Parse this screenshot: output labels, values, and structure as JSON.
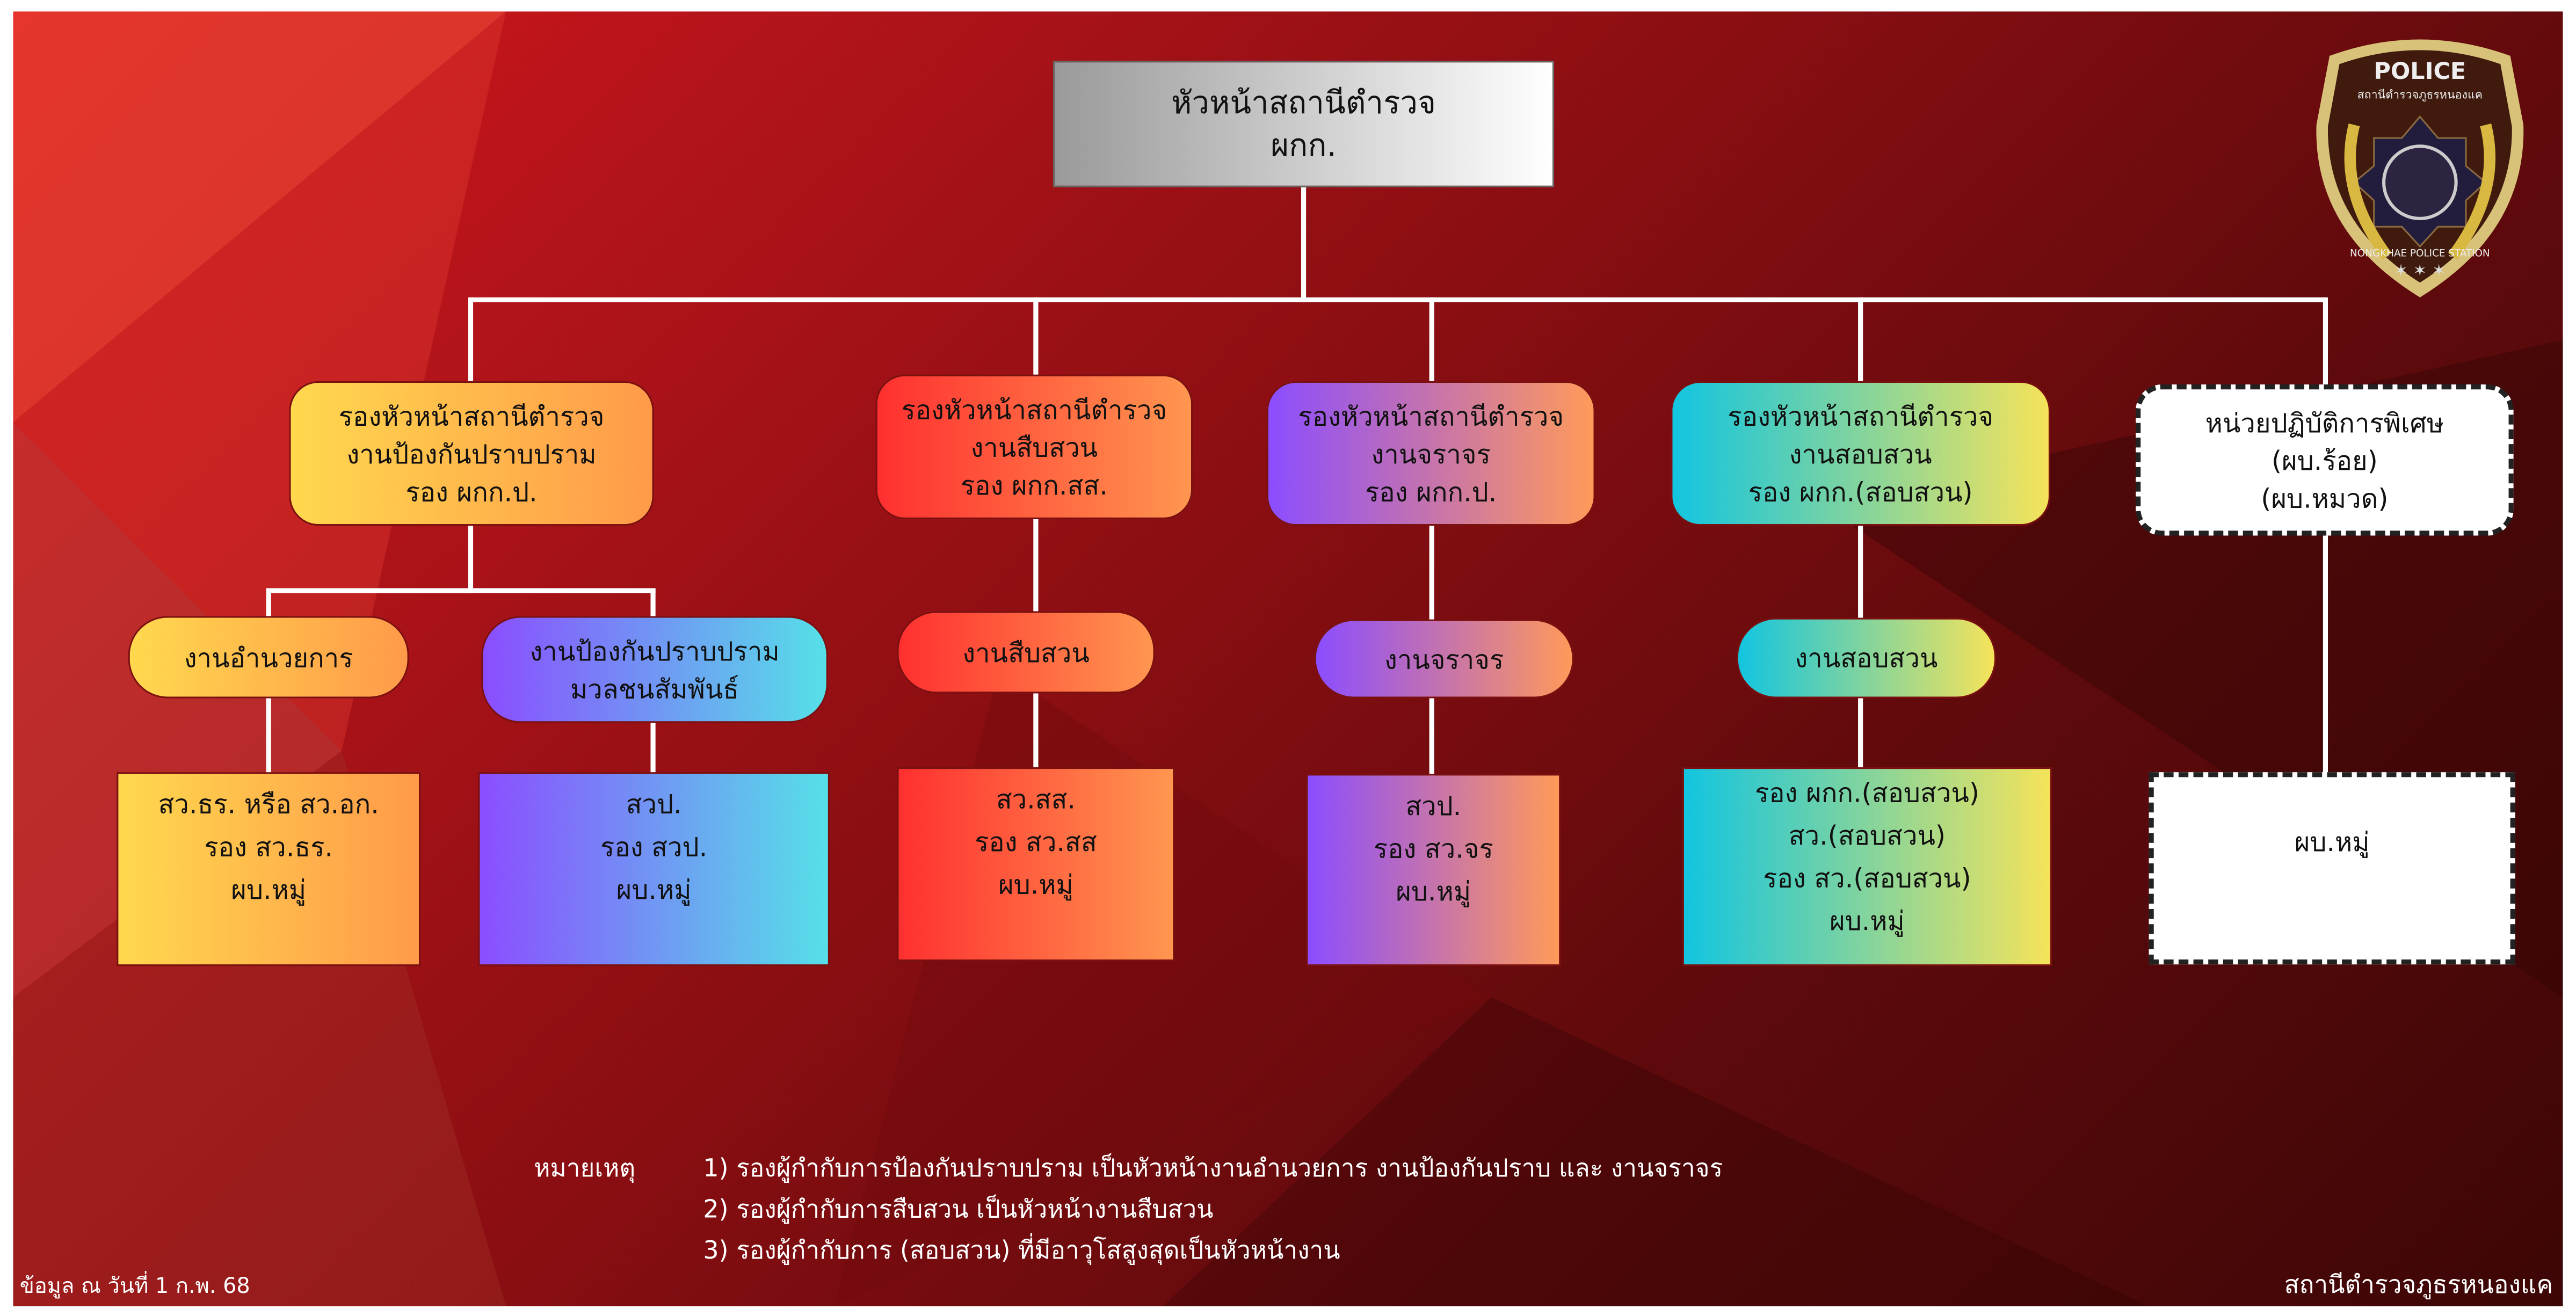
{
  "head": {
    "line1": "หัวหน้าสถานีตำรวจ",
    "line2": "ผกก."
  },
  "deputies": [
    {
      "lines": [
        "รองหัวหน้าสถานีตำรวจ",
        "งานป้องกันปราบปราม",
        "รอง ผกก.ป."
      ]
    },
    {
      "lines": [
        "รองหัวหน้าสถานีตำรวจ",
        "งานสืบสวน",
        "รอง ผกก.สส."
      ]
    },
    {
      "lines": [
        "รองหัวหน้าสถานีตำรวจ",
        "งานจราจร",
        "รอง ผกก.ป."
      ]
    },
    {
      "lines": [
        "รองหัวหน้าสถานีตำรวจ",
        "งานสอบสวน",
        "รอง ผกก.(สอบสวน)"
      ]
    },
    {
      "lines": [
        "หน่วยปฏิบัติการพิเศษ",
        "(ผบ.ร้อย)",
        "(ผบ.หมวด)"
      ]
    }
  ],
  "units": [
    {
      "lines": [
        "งานอำนวยการ"
      ]
    },
    {
      "lines": [
        "งานป้องกันปราบปราม",
        "มวลชนสัมพันธ์"
      ]
    },
    {
      "lines": [
        "งานสืบสวน"
      ]
    },
    {
      "lines": [
        "งานจราจร"
      ]
    },
    {
      "lines": [
        "งานสอบสวน"
      ]
    }
  ],
  "staff": [
    {
      "lines": [
        "สว.ธร. หรือ สว.อก.",
        "รอง สว.ธร.",
        "ผบ.หมู่"
      ]
    },
    {
      "lines": [
        "สวป.",
        "รอง สวป.",
        "ผบ.หมู่"
      ]
    },
    {
      "lines": [
        "สว.สส.",
        "รอง สว.สส",
        "ผบ.หมู่"
      ]
    },
    {
      "lines": [
        "สวป.",
        "รอง สว.จร",
        "ผบ.หมู่"
      ]
    },
    {
      "lines": [
        "รอง ผกก.(สอบสวน)",
        "สว.(สอบสวน)",
        "รอง สว.(สอบสวน)",
        "ผบ.หมู่"
      ]
    },
    {
      "lines": [
        "ผบ.หมู่"
      ]
    }
  ],
  "notes": {
    "label": "หมายเหตุ",
    "items": [
      "1) รองผู้กำกับการป้องกันปราบปราม เป็นหัวหน้างานอำนวยการ งานป้องกันปราบ และ งานจราจร",
      "2) รองผู้กำกับการสืบสวน เป็นหัวหน้างานสืบสวน",
      "3) รองผู้กำกับการ (สอบสวน) ที่มีอาวุโสสูงสุดเป็นหัวหน้างาน"
    ]
  },
  "footer": {
    "date": "ข้อมูล ณ วันที่ 1 ก.พ. 68",
    "station": "สถานีตำรวจภูธรหนองแค"
  },
  "logo": {
    "title": "POLICE",
    "thai": "สถานีตำรวจภูธรหนองแค",
    "english": "NONGKHAE POLICE STATION"
  }
}
